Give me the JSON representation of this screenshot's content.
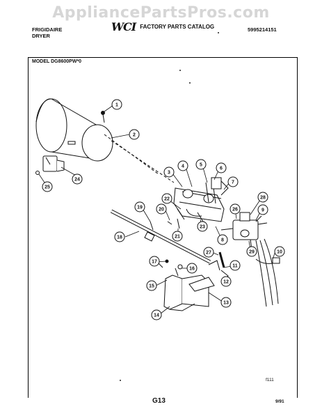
{
  "watermark": "AppliancePartsPros.com",
  "header": {
    "brand_line1": "FRIGIDAIRE",
    "brand_line2": "DRYER",
    "logo": "WCI",
    "catalog_title": "FACTORY PARTS CATALOG",
    "part_number": "5995214151"
  },
  "model": "MODEL DG8600PW*0",
  "footer": {
    "page_code": "G13",
    "date": "9/91",
    "code": "f111"
  },
  "callouts": [
    "1",
    "2",
    "3",
    "4",
    "5",
    "6",
    "7",
    "8",
    "9",
    "10",
    "11",
    "12",
    "13",
    "14",
    "15",
    "16",
    "17",
    "18",
    "19",
    "20",
    "21",
    "22",
    "23",
    "24",
    "25",
    "26",
    "27",
    "28",
    "29"
  ],
  "colors": {
    "ink": "#111111",
    "watermark": "#d6d6d6"
  }
}
